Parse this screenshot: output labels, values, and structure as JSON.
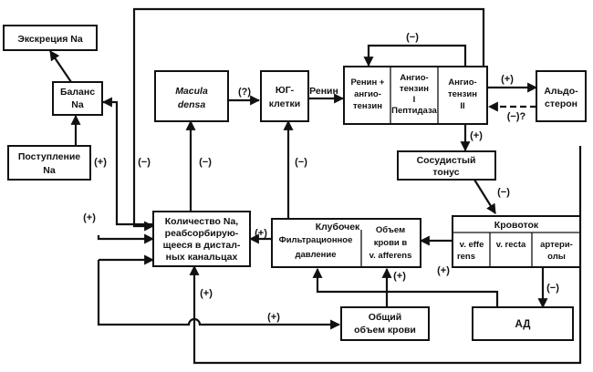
{
  "nodes": {
    "excretion": "Экскреция Na",
    "balance": [
      "Баланс",
      "Na"
    ],
    "intake": [
      "Поступление",
      "Na"
    ],
    "macula_densa": [
      "Macula",
      "densa"
    ],
    "jg_cells": [
      "ЮГ-",
      "клетки"
    ],
    "renin_label": "Ренин",
    "renin_angiotensinogen": [
      "Ренин +",
      "ангио-",
      "тензин"
    ],
    "angiotensin_1": [
      "Ангио-",
      "тензин",
      "I"
    ],
    "peptidase": "Пептидаза",
    "angiotensin_2": [
      "Ангио-",
      "тензин",
      "II"
    ],
    "aldosterone": [
      "Альдо-",
      "стерон"
    ],
    "vascular_tone": [
      "Сосудистый",
      "тонус"
    ],
    "blood_flow": "Кровоток",
    "v_efferens": [
      "v. effe",
      "rens"
    ],
    "v_recta": "v. recta",
    "arterioles": [
      "артери-",
      "олы"
    ],
    "glomerular": [
      "Клубочек",
      "Фильтрационное",
      "давление"
    ],
    "blood_volume_afferens": [
      "Объем",
      "крови в",
      "v. afferens"
    ],
    "na_reabsorbed": [
      "Количество Na,",
      "реабсорбирую-",
      "щееся в дистал-",
      "ных канальцах"
    ],
    "total_blood_volume": [
      "Общий",
      "объем крови"
    ],
    "ad": "АД"
  },
  "signs": {
    "plus": "(+)",
    "minus": "(−)",
    "question": "(?)",
    "minus_question": "(−)?"
  }
}
